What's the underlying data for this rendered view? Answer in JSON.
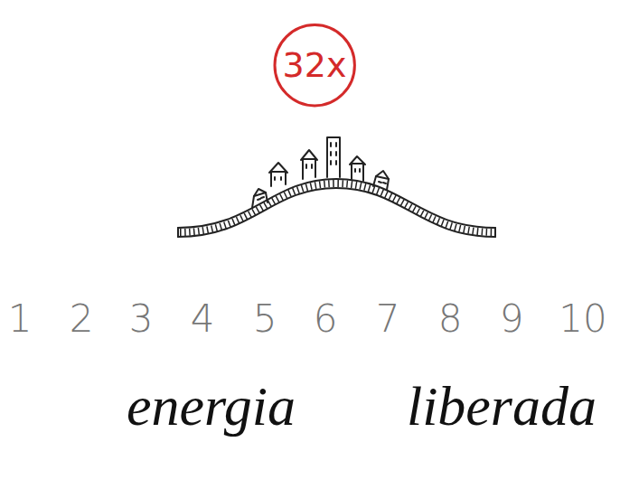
{
  "diagram": {
    "nodes": [
      {
        "text": [
          "32x"
        ]
      }
    ],
    "labels": [
      "1",
      "2",
      "3",
      "4",
      "5",
      "6",
      "7",
      "8",
      "9",
      "10",
      "energia liberada"
    ]
  }
}
